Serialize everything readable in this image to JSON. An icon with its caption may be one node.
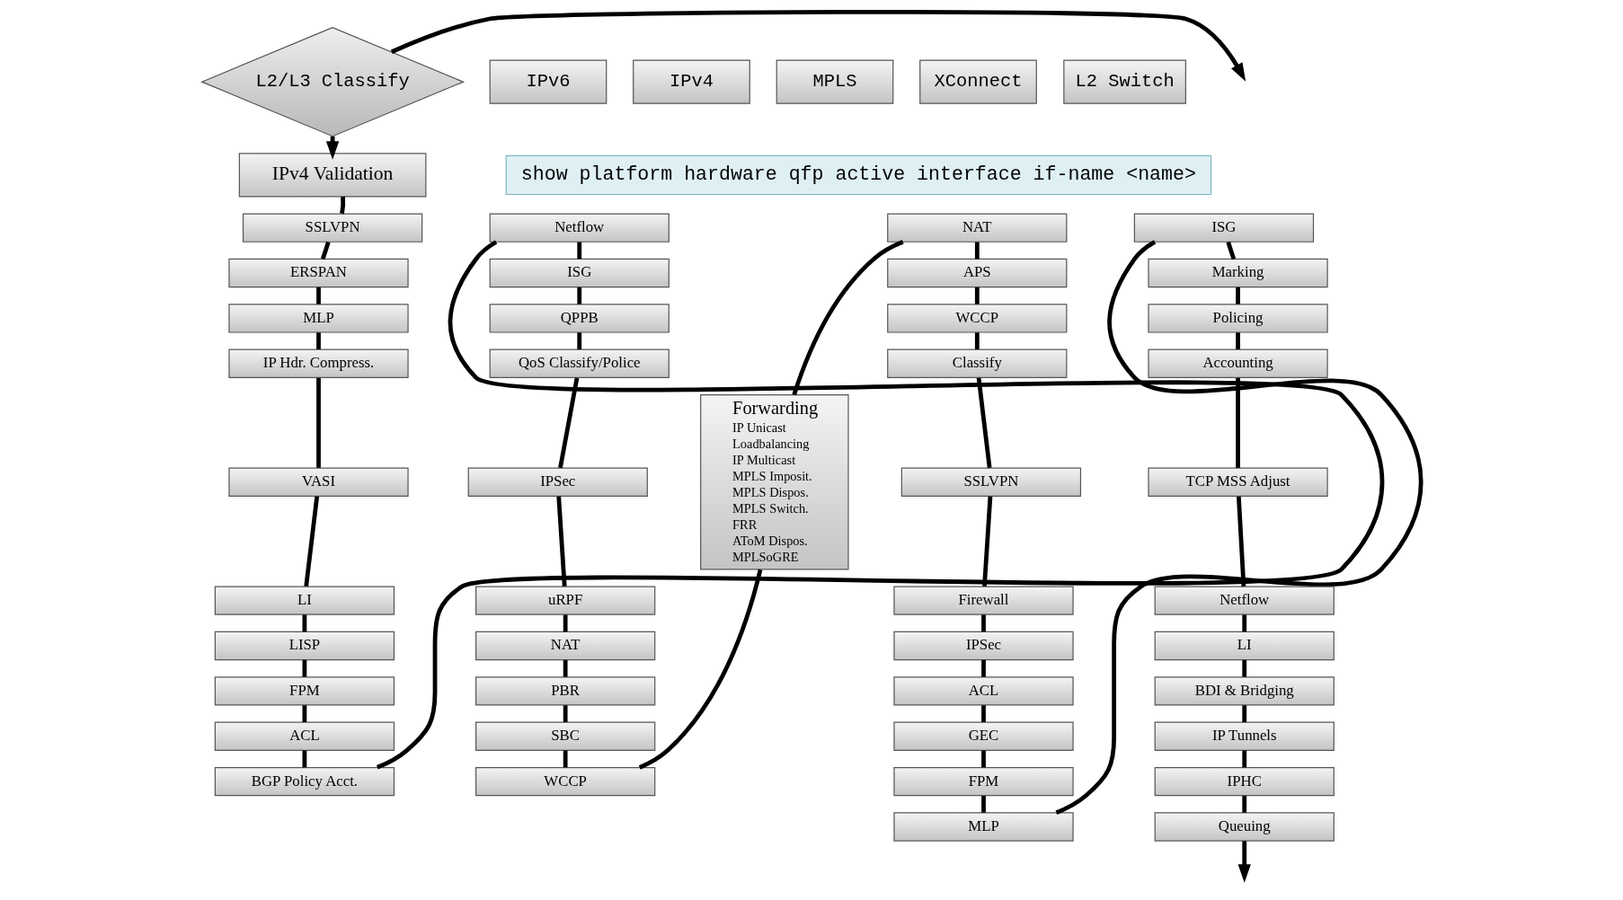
{
  "diagram": {
    "nodes": [
      {
        "text": [
          "L2/L3 Classify"
        ]
      },
      {
        "text": [
          "IPv6"
        ]
      },
      {
        "text": [
          "IPv4"
        ]
      },
      {
        "text": [
          "MPLS"
        ]
      },
      {
        "text": [
          "XConnect"
        ]
      },
      {
        "text": [
          "L2 Switch"
        ]
      },
      {
        "text": [
          "IPv4 Validation"
        ]
      },
      {
        "text": [
          "show platform hardware qfp active interface if-name <name>"
        ]
      },
      {
        "text": [
          "SSLVPN"
        ]
      },
      {
        "text": [
          "ERSPAN"
        ]
      },
      {
        "text": [
          "MLP"
        ]
      },
      {
        "text": [
          "IP Hdr. Compress."
        ]
      },
      {
        "text": [
          "VASI"
        ]
      },
      {
        "text": [
          "LI"
        ]
      },
      {
        "text": [
          "LISP"
        ]
      },
      {
        "text": [
          "FPM"
        ]
      },
      {
        "text": [
          "ACL"
        ]
      },
      {
        "text": [
          "BGP Policy Acct."
        ]
      },
      {
        "text": [
          "Netflow"
        ]
      },
      {
        "text": [
          "ISG"
        ]
      },
      {
        "text": [
          "QPPB"
        ]
      },
      {
        "text": [
          "QoS Classify/Police"
        ]
      },
      {
        "text": [
          "IPSec"
        ]
      },
      {
        "text": [
          "uRPF"
        ]
      },
      {
        "text": [
          "NAT"
        ]
      },
      {
        "text": [
          "PBR"
        ]
      },
      {
        "text": [
          "SBC"
        ]
      },
      {
        "text": [
          "WCCP"
        ]
      },
      {
        "text": [
          "Forwarding",
          "IP Unicast",
          "Loadbalancing",
          "IP Multicast",
          "MPLS Imposit.",
          "MPLS Dispos.",
          "MPLS Switch.",
          "FRR",
          "AToM Dispos.",
          "MPLSoGRE"
        ]
      },
      {
        "text": [
          "NAT"
        ]
      },
      {
        "text": [
          "APS"
        ]
      },
      {
        "text": [
          "WCCP"
        ]
      },
      {
        "text": [
          "Classify"
        ]
      },
      {
        "text": [
          "SSLVPN"
        ]
      },
      {
        "text": [
          "Firewall"
        ]
      },
      {
        "text": [
          "IPSec"
        ]
      },
      {
        "text": [
          "ACL"
        ]
      },
      {
        "text": [
          "GEC"
        ]
      },
      {
        "text": [
          "FPM"
        ]
      },
      {
        "text": [
          "MLP"
        ]
      },
      {
        "text": [
          "ISG"
        ]
      },
      {
        "text": [
          "Marking"
        ]
      },
      {
        "text": [
          "Policing"
        ]
      },
      {
        "text": [
          "Accounting"
        ]
      },
      {
        "text": [
          "TCP MSS Adjust"
        ]
      },
      {
        "text": [
          "Netflow"
        ]
      },
      {
        "text": [
          "LI"
        ]
      },
      {
        "text": [
          "BDI & Bridging"
        ]
      },
      {
        "text": [
          "IP Tunnels"
        ]
      },
      {
        "text": [
          "IPHC"
        ]
      },
      {
        "text": [
          "Queuing"
        ]
      }
    ],
    "edges": [
      {
        "from": 0,
        "to": null,
        "arrow": "to"
      },
      {
        "from": 0,
        "to": 6,
        "arrow": "to"
      },
      {
        "from": 6,
        "to": 8,
        "arrow": "none"
      },
      {
        "from": 8,
        "to": 9,
        "arrow": "none"
      },
      {
        "from": 9,
        "to": 10,
        "arrow": "none"
      },
      {
        "from": 10,
        "to": 11,
        "arrow": "none"
      },
      {
        "from": 11,
        "to": 12,
        "arrow": "none"
      },
      {
        "from": 12,
        "to": 13,
        "arrow": "none"
      },
      {
        "from": 13,
        "to": 14,
        "arrow": "none"
      },
      {
        "from": 14,
        "to": 15,
        "arrow": "none"
      },
      {
        "from": 15,
        "to": 16,
        "arrow": "none"
      },
      {
        "from": 16,
        "to": 17,
        "arrow": "none"
      },
      {
        "from": 17,
        "to": 18,
        "arrow": "none"
      },
      {
        "from": 18,
        "to": 19,
        "arrow": "none"
      },
      {
        "from": 19,
        "to": 20,
        "arrow": "none"
      },
      {
        "from": 20,
        "to": 21,
        "arrow": "none"
      },
      {
        "from": 21,
        "to": 22,
        "arrow": "none"
      },
      {
        "from": 22,
        "to": 23,
        "arrow": "none"
      },
      {
        "from": 23,
        "to": 24,
        "arrow": "none"
      },
      {
        "from": 24,
        "to": 25,
        "arrow": "none"
      },
      {
        "from": 25,
        "to": 26,
        "arrow": "none"
      },
      {
        "from": 26,
        "to": 27,
        "arrow": "none"
      },
      {
        "from": 27,
        "to": 28,
        "arrow": "none"
      },
      {
        "from": 28,
        "to": 29,
        "arrow": "none"
      },
      {
        "from": 29,
        "to": 30,
        "arrow": "none"
      },
      {
        "from": 30,
        "to": 31,
        "arrow": "none"
      },
      {
        "from": 31,
        "to": 32,
        "arrow": "none"
      },
      {
        "from": 32,
        "to": 33,
        "arrow": "none"
      },
      {
        "from": 33,
        "to": 34,
        "arrow": "none"
      },
      {
        "from": 34,
        "to": 35,
        "arrow": "none"
      },
      {
        "from": 35,
        "to": 36,
        "arrow": "none"
      },
      {
        "from": 36,
        "to": 37,
        "arrow": "none"
      },
      {
        "from": 37,
        "to": 38,
        "arrow": "none"
      },
      {
        "from": 38,
        "to": 39,
        "arrow": "none"
      },
      {
        "from": 39,
        "to": 40,
        "arrow": "none"
      },
      {
        "from": 40,
        "to": 41,
        "arrow": "none"
      },
      {
        "from": 41,
        "to": 42,
        "arrow": "none"
      },
      {
        "from": 42,
        "to": 43,
        "arrow": "none"
      },
      {
        "from": 43,
        "to": 44,
        "arrow": "none"
      },
      {
        "from": 44,
        "to": 45,
        "arrow": "none"
      },
      {
        "from": 45,
        "to": 46,
        "arrow": "none"
      },
      {
        "from": 46,
        "to": 47,
        "arrow": "none"
      },
      {
        "from": 47,
        "to": 48,
        "arrow": "none"
      },
      {
        "from": 48,
        "to": 49,
        "arrow": "none"
      },
      {
        "from": 49,
        "to": 50,
        "arrow": "none"
      },
      {
        "from": 50,
        "to": null,
        "arrow": "to"
      }
    ]
  }
}
